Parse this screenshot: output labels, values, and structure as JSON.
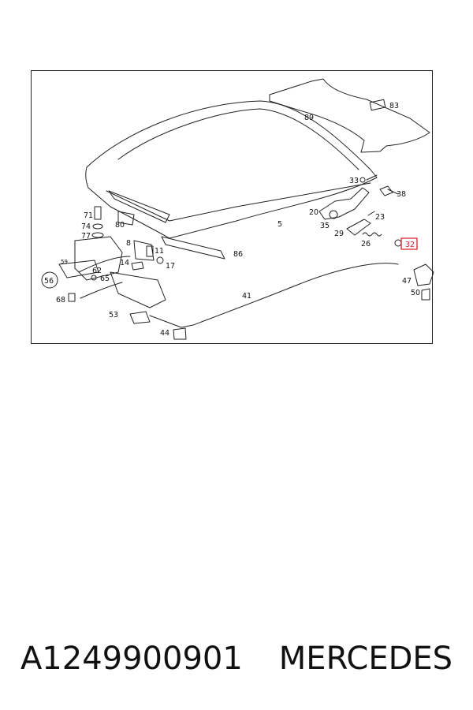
{
  "diagram": {
    "highlight_color": "#d0202a",
    "callouts": [
      {
        "text": "83"
      },
      {
        "text": "89"
      },
      {
        "text": "33"
      },
      {
        "text": "38"
      },
      {
        "text": "20"
      },
      {
        "text": "23"
      },
      {
        "text": "35"
      },
      {
        "text": "29"
      },
      {
        "text": "5"
      },
      {
        "text": "26"
      },
      {
        "text": "32"
      },
      {
        "text": "71"
      },
      {
        "text": "74"
      },
      {
        "text": "77"
      },
      {
        "text": "80"
      },
      {
        "text": "8"
      },
      {
        "text": "11"
      },
      {
        "text": "17"
      },
      {
        "text": "14"
      },
      {
        "text": "86"
      },
      {
        "text": "59"
      },
      {
        "text": "62"
      },
      {
        "text": "65"
      },
      {
        "text": "56"
      },
      {
        "text": "68"
      },
      {
        "text": "41"
      },
      {
        "text": "47"
      },
      {
        "text": "50"
      },
      {
        "text": "53"
      },
      {
        "text": "44"
      }
    ]
  },
  "caption": {
    "part_number": "A1249900901",
    "brand": "MERCEDES"
  }
}
